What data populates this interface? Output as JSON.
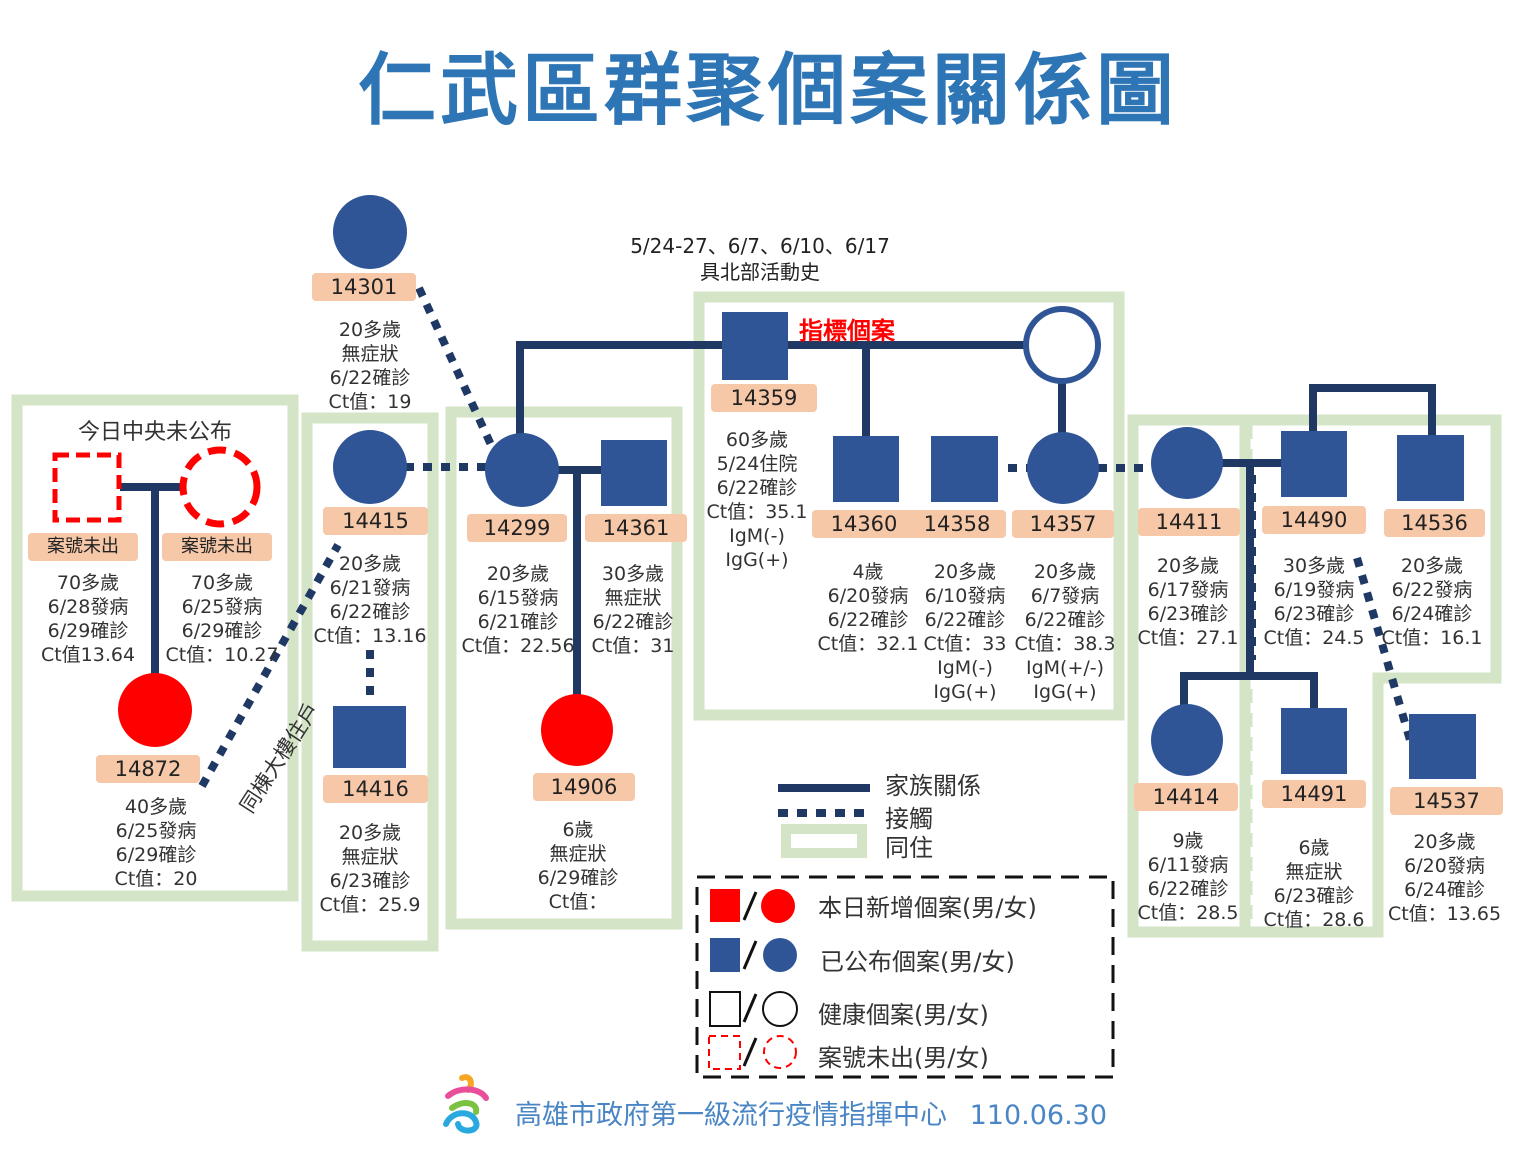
{
  "title": "仁武區群聚個案關係圖",
  "activity_note": {
    "dates": "5/24-27、6/7、6/10、6/17",
    "label": "具北部活動史"
  },
  "index_case_label": "指標個案",
  "unpublished_group_title": "今日中央未公布",
  "building_label": "同棟大樓住戶",
  "cases": {
    "u1": {
      "id": "案號未出",
      "info": [
        "70多歲",
        "6/28發病",
        "6/29確診",
        "Ct值13.64"
      ]
    },
    "u2": {
      "id": "案號未出",
      "info": [
        "70多歲",
        "6/25發病",
        "6/29確診",
        "Ct值：10.27"
      ]
    },
    "c14872": {
      "id": "14872",
      "info": [
        "40多歲",
        "6/25發病",
        "6/29確診",
        "Ct值：20"
      ]
    },
    "c14301": {
      "id": "14301",
      "info": [
        "20多歲",
        "無症狀",
        "6/22確診",
        "Ct值：19"
      ]
    },
    "c14415": {
      "id": "14415",
      "info": [
        "20多歲",
        "6/21發病",
        "6/22確診",
        "Ct值：13.16"
      ]
    },
    "c14416": {
      "id": "14416",
      "info": [
        "20多歲",
        "無症狀",
        "6/23確診",
        "Ct值：25.9"
      ]
    },
    "c14299": {
      "id": "14299",
      "info": [
        "20多歲",
        "6/15發病",
        "6/21確診",
        "Ct值：22.56"
      ]
    },
    "c14361": {
      "id": "14361",
      "info": [
        "30多歲",
        "無症狀",
        "6/22確診",
        "Ct值：31"
      ]
    },
    "c14906": {
      "id": "14906",
      "info": [
        "6歲",
        "無症狀",
        "6/29確診",
        "Ct值："
      ]
    },
    "c14359": {
      "id": "14359",
      "info": [
        "60多歲",
        "5/24住院",
        "6/22確診",
        "Ct值：35.1",
        "IgM(-)",
        "IgG(+)"
      ]
    },
    "c14360": {
      "id": "14360",
      "info": [
        "4歲",
        "6/20發病",
        "6/22確診",
        "Ct值：32.1"
      ]
    },
    "c14358": {
      "id": "14358",
      "info": [
        "20多歲",
        "6/10發病",
        "6/22確診",
        "Ct值：33",
        "IgM(-)",
        "IgG(+)"
      ]
    },
    "c14357": {
      "id": "14357",
      "info": [
        "20多歲",
        "6/7發病",
        "6/22確診",
        "Ct值：38.3",
        "IgM(+/-)",
        "IgG(+)"
      ]
    },
    "c14411": {
      "id": "14411",
      "info": [
        "20多歲",
        "6/17發病",
        "6/23確診",
        "Ct值：27.1"
      ]
    },
    "c14490": {
      "id": "14490",
      "info": [
        "30多歲",
        "6/19發病",
        "6/23確診",
        "Ct值：24.5"
      ]
    },
    "c14536": {
      "id": "14536",
      "info": [
        "20多歲",
        "6/22發病",
        "6/24確診",
        "Ct值：16.1"
      ]
    },
    "c14414": {
      "id": "14414",
      "info": [
        "9歲",
        "6/11發病",
        "6/22確診",
        "Ct值：28.5"
      ]
    },
    "c14491": {
      "id": "14491",
      "info": [
        "6歲",
        "無症狀",
        "6/23確診",
        "Ct值：28.6"
      ]
    },
    "c14537": {
      "id": "14537",
      "info": [
        "20多歲",
        "6/20發病",
        "6/24確診",
        "Ct值：13.65"
      ]
    }
  },
  "legend": {
    "lines": [
      {
        "label": "家族關係",
        "style": "solid"
      },
      {
        "label": "接觸",
        "style": "dotted"
      },
      {
        "label": "同住",
        "style": "box"
      }
    ],
    "symbols": [
      {
        "label": "本日新增個案(男/女)",
        "color": "#ff0000",
        "kind": "filled"
      },
      {
        "label": "已公布個案(男/女)",
        "color": "#2f5597",
        "kind": "filled"
      },
      {
        "label": "健康個案(男/女)",
        "color": "#000000",
        "kind": "outline"
      },
      {
        "label": "案號未出(男/女)",
        "color": "#ff0000",
        "kind": "dashed"
      }
    ],
    "separator": "/"
  },
  "footer": {
    "org": "高雄市政府第一級流行疫情指揮中心",
    "date": "110.06.30"
  },
  "colors": {
    "title": "#2e75b6",
    "published": "#2f5597",
    "new_case": "#ff0000",
    "family_line": "#1f3864",
    "cohabit_box": "#d3e5c6",
    "id_label_bg": "#f6c8a8",
    "footer": "#4a86c5"
  }
}
